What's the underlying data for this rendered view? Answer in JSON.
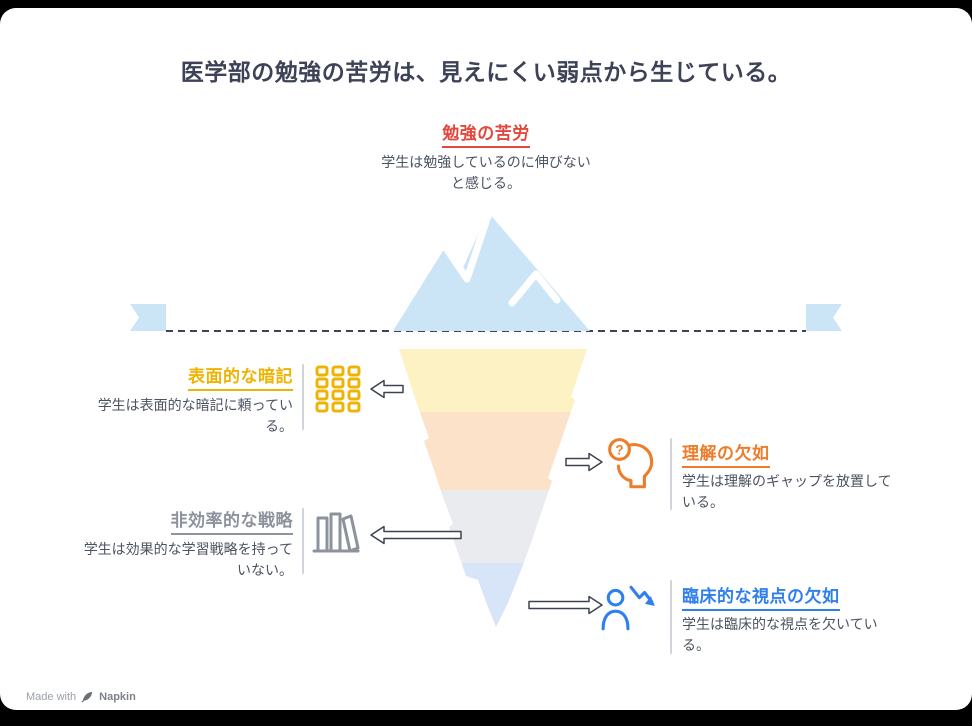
{
  "title": "医学部の勉強の苦労は、見えにくい弱点から生じている。",
  "top_label": {
    "heading": "勉強の苦労",
    "desc": "学生は勉強しているのに伸びない\nと感じる。"
  },
  "items": {
    "left": [
      {
        "heading": "表面的な暗記",
        "desc": "学生は表面的な暗記に頼ってい\nる。",
        "accent": "#eeb405",
        "icon": "grid-icon"
      },
      {
        "heading": "非効率的な戦略",
        "desc": "学生は効果的な学習戦略を持って\nいない。",
        "accent": "#8d939c",
        "icon": "books-icon"
      }
    ],
    "right": [
      {
        "heading": "理解の欠如",
        "desc": "学生は理解のギャップを放置して\nいる。",
        "accent": "#ed7d2b",
        "icon": "head-question-icon"
      },
      {
        "heading": "臨床的な視点の欠如",
        "desc": "学生は臨床的な視点を欠いてい\nる。",
        "accent": "#2f80ed",
        "icon": "person-decline-icon"
      }
    ]
  },
  "iceberg": {
    "above_water_color": "#cbe5f6",
    "layer_colors": [
      "#fdf2c3",
      "#fbe2c8",
      "#e9ebef",
      "#d8e5f8"
    ],
    "waterline_color": "#3d4350"
  },
  "title_color": "#3d4257",
  "top_accent": "#e2483d",
  "watermark": {
    "made_with": "Made with",
    "brand": "Napkin"
  }
}
